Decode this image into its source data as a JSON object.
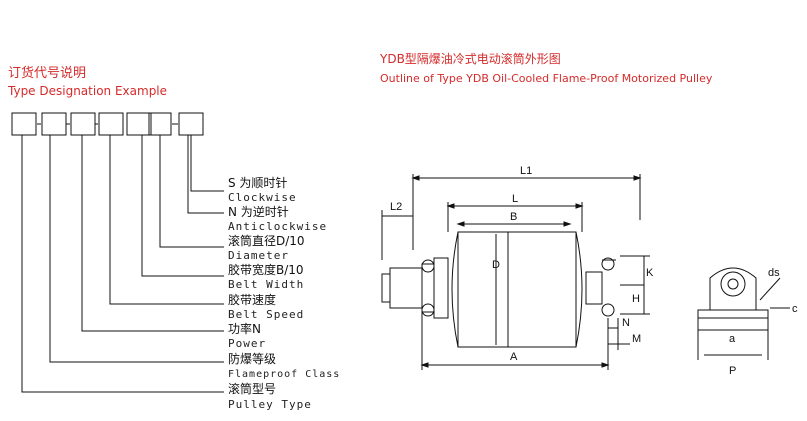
{
  "left": {
    "title_cn": "订货代号说明",
    "title_en": "Type Designation Example",
    "items": [
      {
        "cn": "S 为顺时针",
        "en": "Clockwise"
      },
      {
        "cn": "N 为逆时针",
        "en": "Anticlockwise"
      },
      {
        "cn": "滚筒直径D/10",
        "en": "Diameter"
      },
      {
        "cn": "胶带宽度B/10",
        "en": "Belt Width"
      },
      {
        "cn": "胶带速度",
        "en": "Belt Speed"
      },
      {
        "cn": "功率N",
        "en": "Power"
      },
      {
        "cn": "防爆等级",
        "en": "Flameproof Class"
      },
      {
        "cn": "滚筒型号",
        "en": "Pulley Type"
      }
    ]
  },
  "right": {
    "title_cn": "YDB型隔爆油冷式电动滚筒外形图",
    "title_en": "Outline of Type YDB Oil-Cooled Flame-Proof Motorized Pulley",
    "dims": {
      "L1": "L1",
      "L2": "L2",
      "L": "L",
      "B": "B",
      "D": "D",
      "K": "K",
      "H": "H",
      "N": "N",
      "M": "M",
      "A": "A",
      "ds": "ds",
      "a": "a",
      "P": "P",
      "c": "c"
    }
  },
  "colors": {
    "accent": "#d52b2b",
    "line": "#111111"
  }
}
